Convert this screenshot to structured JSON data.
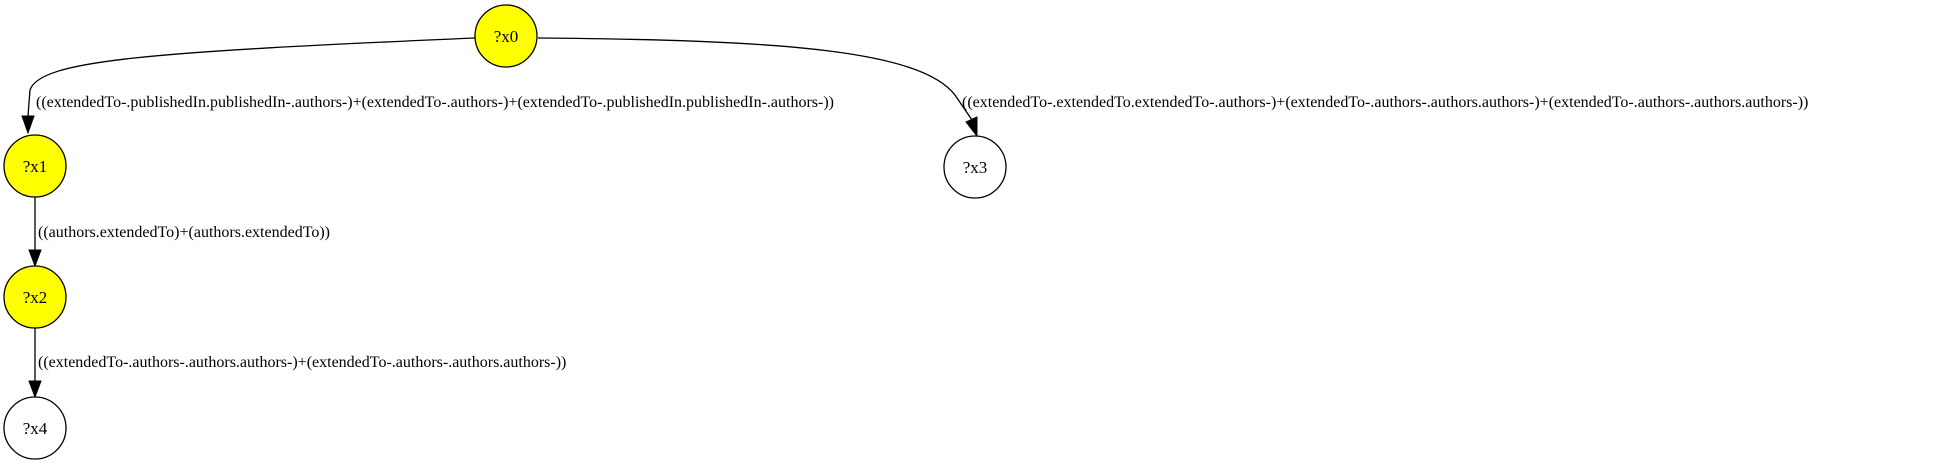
{
  "colors": {
    "highlight": "#ffff00",
    "plain": "#ffffff",
    "stroke": "#000000"
  },
  "nodes": [
    {
      "id": "x0",
      "label": "?x0",
      "highlighted": true
    },
    {
      "id": "x1",
      "label": "?x1",
      "highlighted": true
    },
    {
      "id": "x2",
      "label": "?x2",
      "highlighted": true
    },
    {
      "id": "x3",
      "label": "?x3",
      "highlighted": false
    },
    {
      "id": "x4",
      "label": "?x4",
      "highlighted": false
    }
  ],
  "edges": [
    {
      "from": "x0",
      "to": "x1",
      "label": "((extendedTo-.publishedIn.publishedIn-.authors-)+(extendedTo-.authors-)+(extendedTo-.publishedIn.publishedIn-.authors-))"
    },
    {
      "from": "x0",
      "to": "x3",
      "label": "((extendedTo-.extendedTo.extendedTo-.authors-)+(extendedTo-.authors-.authors.authors-)+(extendedTo-.authors-.authors.authors-))"
    },
    {
      "from": "x1",
      "to": "x2",
      "label": "((authors.extendedTo)+(authors.extendedTo))"
    },
    {
      "from": "x2",
      "to": "x4",
      "label": "((extendedTo-.authors-.authors.authors-)+(extendedTo-.authors-.authors.authors-))"
    }
  ]
}
